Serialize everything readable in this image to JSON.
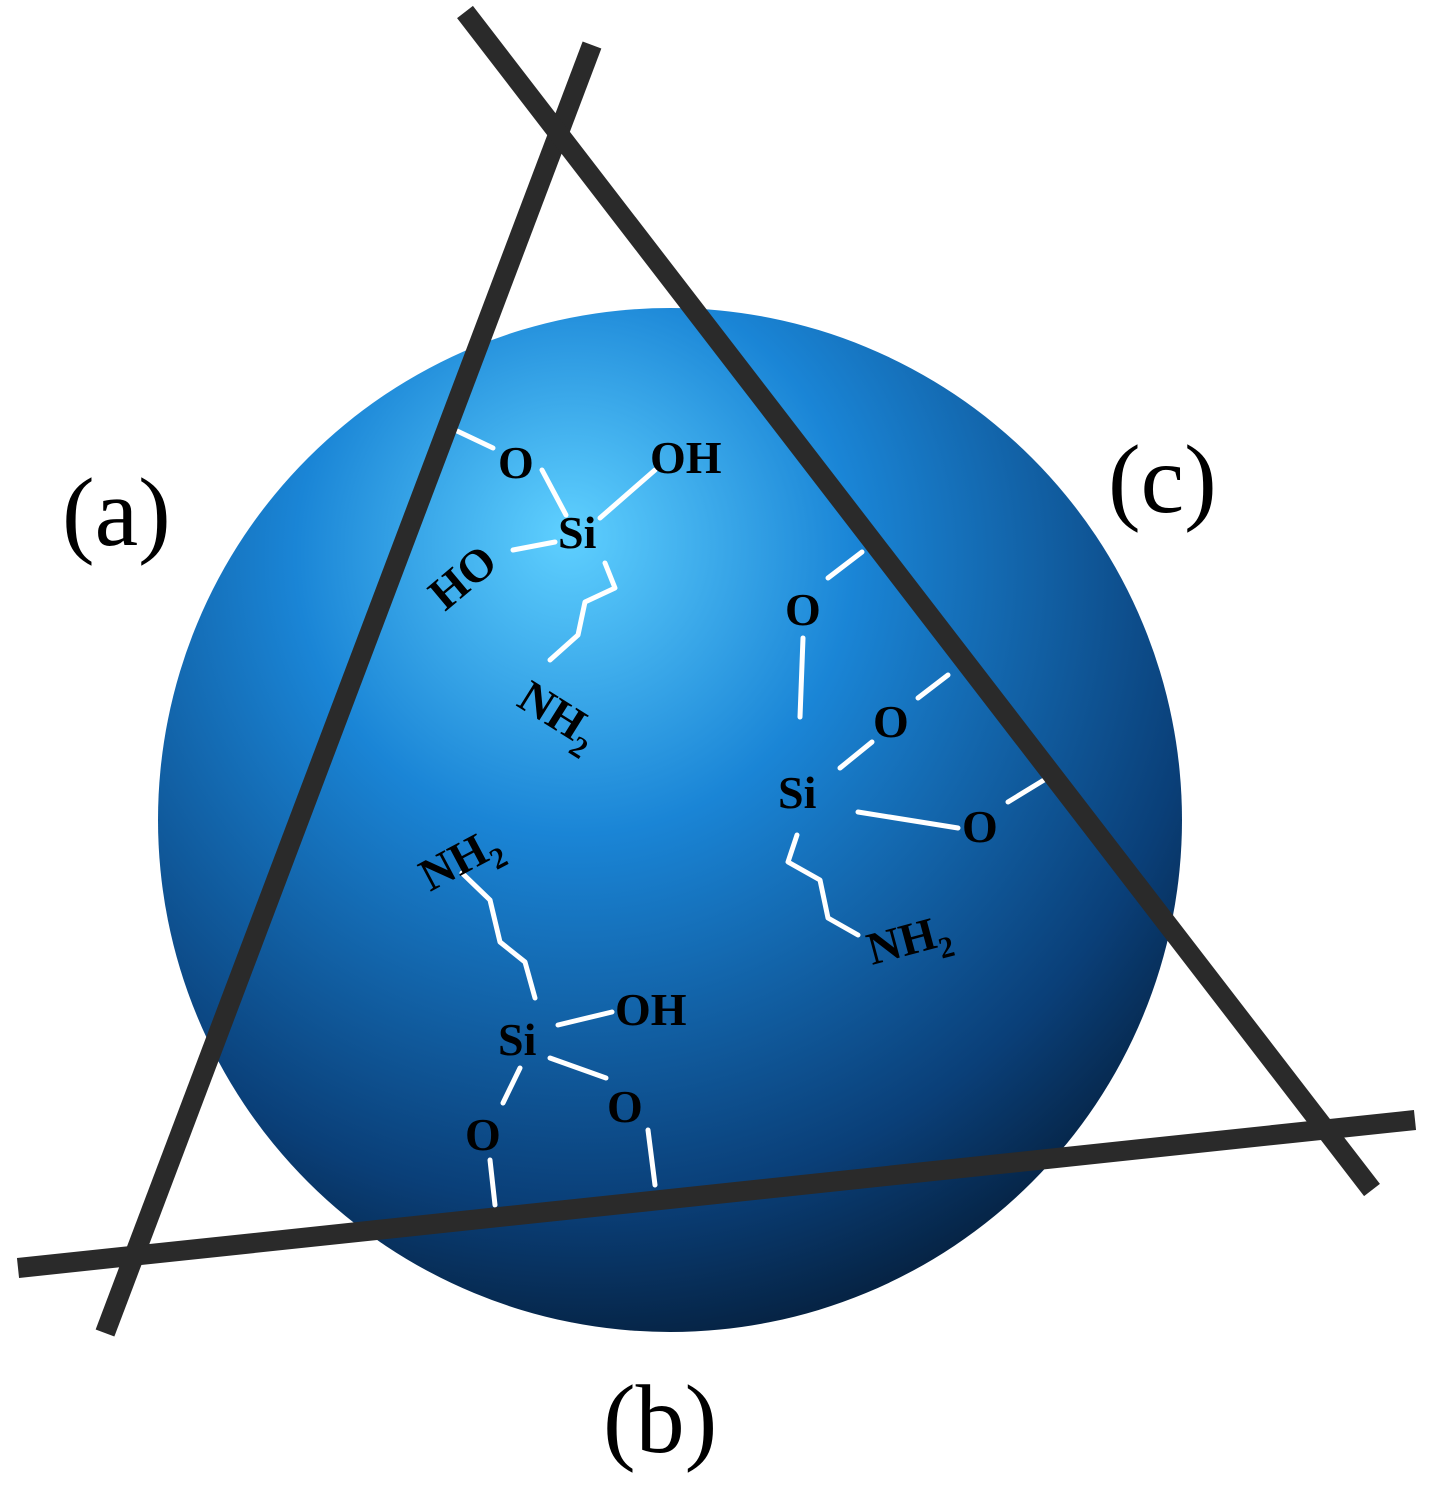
{
  "colors": {
    "sphere_highlight": "#5fd0ff",
    "sphere_mid": "#1a85d6",
    "sphere_dark": "#0a3f78",
    "sphere_edge": "#041a33",
    "bond": "#ffffff",
    "line": "#2a2a2a"
  },
  "labels": {
    "a": "(a)",
    "b": "(b)",
    "c": "(c)"
  },
  "group_a": {
    "o": "O",
    "oh": "OH",
    "si": "Si",
    "ho": "HO",
    "nh": "NH",
    "sub2": "2"
  },
  "group_b": {
    "nh": "NH",
    "sub2": "2",
    "si": "Si",
    "oh": "OH",
    "o_left": "O",
    "o_right": "O"
  },
  "group_c": {
    "o_top": "O",
    "o_mid": "O",
    "si": "Si",
    "o_low": "O",
    "nh": "NH",
    "sub2": "2"
  }
}
